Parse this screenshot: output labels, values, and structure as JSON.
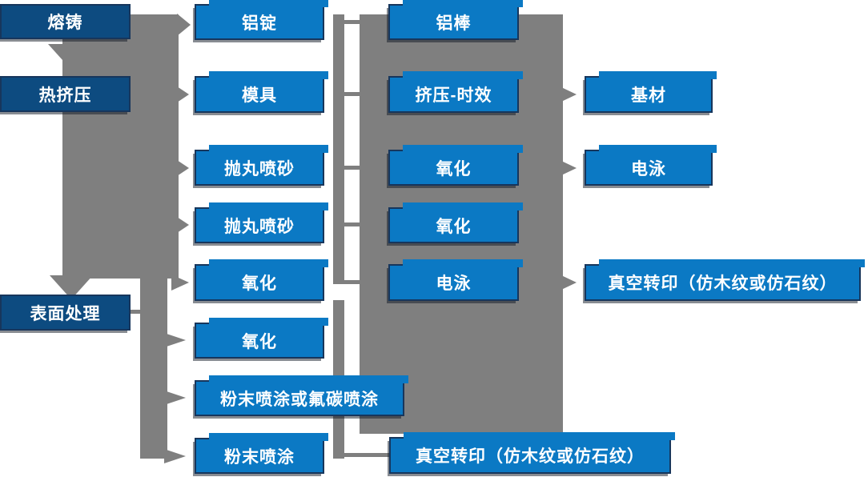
{
  "diagram": {
    "type": "flowchart",
    "description": "Aluminium profile production process flow",
    "background": "#ffffff",
    "colors": {
      "stage_box_fill": "#0d4b80",
      "process_box_fill": "#0b79c4",
      "box_border": "#17365c",
      "box_text": "#ffffff",
      "connector_gray": "#7f7f7f"
    },
    "columns": [
      {
        "name": "main-stages",
        "items": [
          "熔铸",
          "热挤压",
          "表面处理"
        ]
      },
      {
        "name": "process-steps-left",
        "items": [
          "铝锭",
          "模具",
          "抛丸喷砂",
          "抛丸喷砂",
          "氧化",
          "氧化",
          "粉末喷涂或氟碳喷涂",
          "粉末喷涂"
        ]
      },
      {
        "name": "process-steps-middle",
        "items": [
          "铝棒",
          "挤压-时效",
          "氧化",
          "氧化",
          "电泳",
          "真空转印（仿木纹或仿石纹）"
        ]
      },
      {
        "name": "outputs-right",
        "items": [
          "基材",
          "电泳",
          "真空转印（仿木纹或仿石纹）"
        ]
      }
    ],
    "edges": [
      {
        "from": "熔铸",
        "to": "铝锭"
      },
      {
        "from": "熔铸",
        "to": "热挤压"
      },
      {
        "from": "热挤压",
        "to": "模具"
      },
      {
        "from": "热挤压",
        "to": "抛丸喷砂"
      },
      {
        "from": "热挤压",
        "to": "氧化"
      },
      {
        "from": "热挤压",
        "to": "表面处理"
      },
      {
        "from": "表面处理",
        "to": "氧化"
      },
      {
        "from": "表面处理",
        "to": "粉末喷涂或氟碳喷涂"
      },
      {
        "from": "表面处理",
        "to": "粉末喷涂"
      },
      {
        "from": "铝锭",
        "to": "铝棒"
      },
      {
        "from": "模具",
        "to": "挤压-时效"
      },
      {
        "from": "挤压-时效",
        "to": "基材"
      },
      {
        "from": "氧化",
        "to": "电泳"
      },
      {
        "from": "电泳",
        "to": "真空转印（仿木纹或仿石纹）"
      },
      {
        "from": "粉末喷涂",
        "to": "真空转印（仿木纹或仿石纹）"
      }
    ]
  }
}
